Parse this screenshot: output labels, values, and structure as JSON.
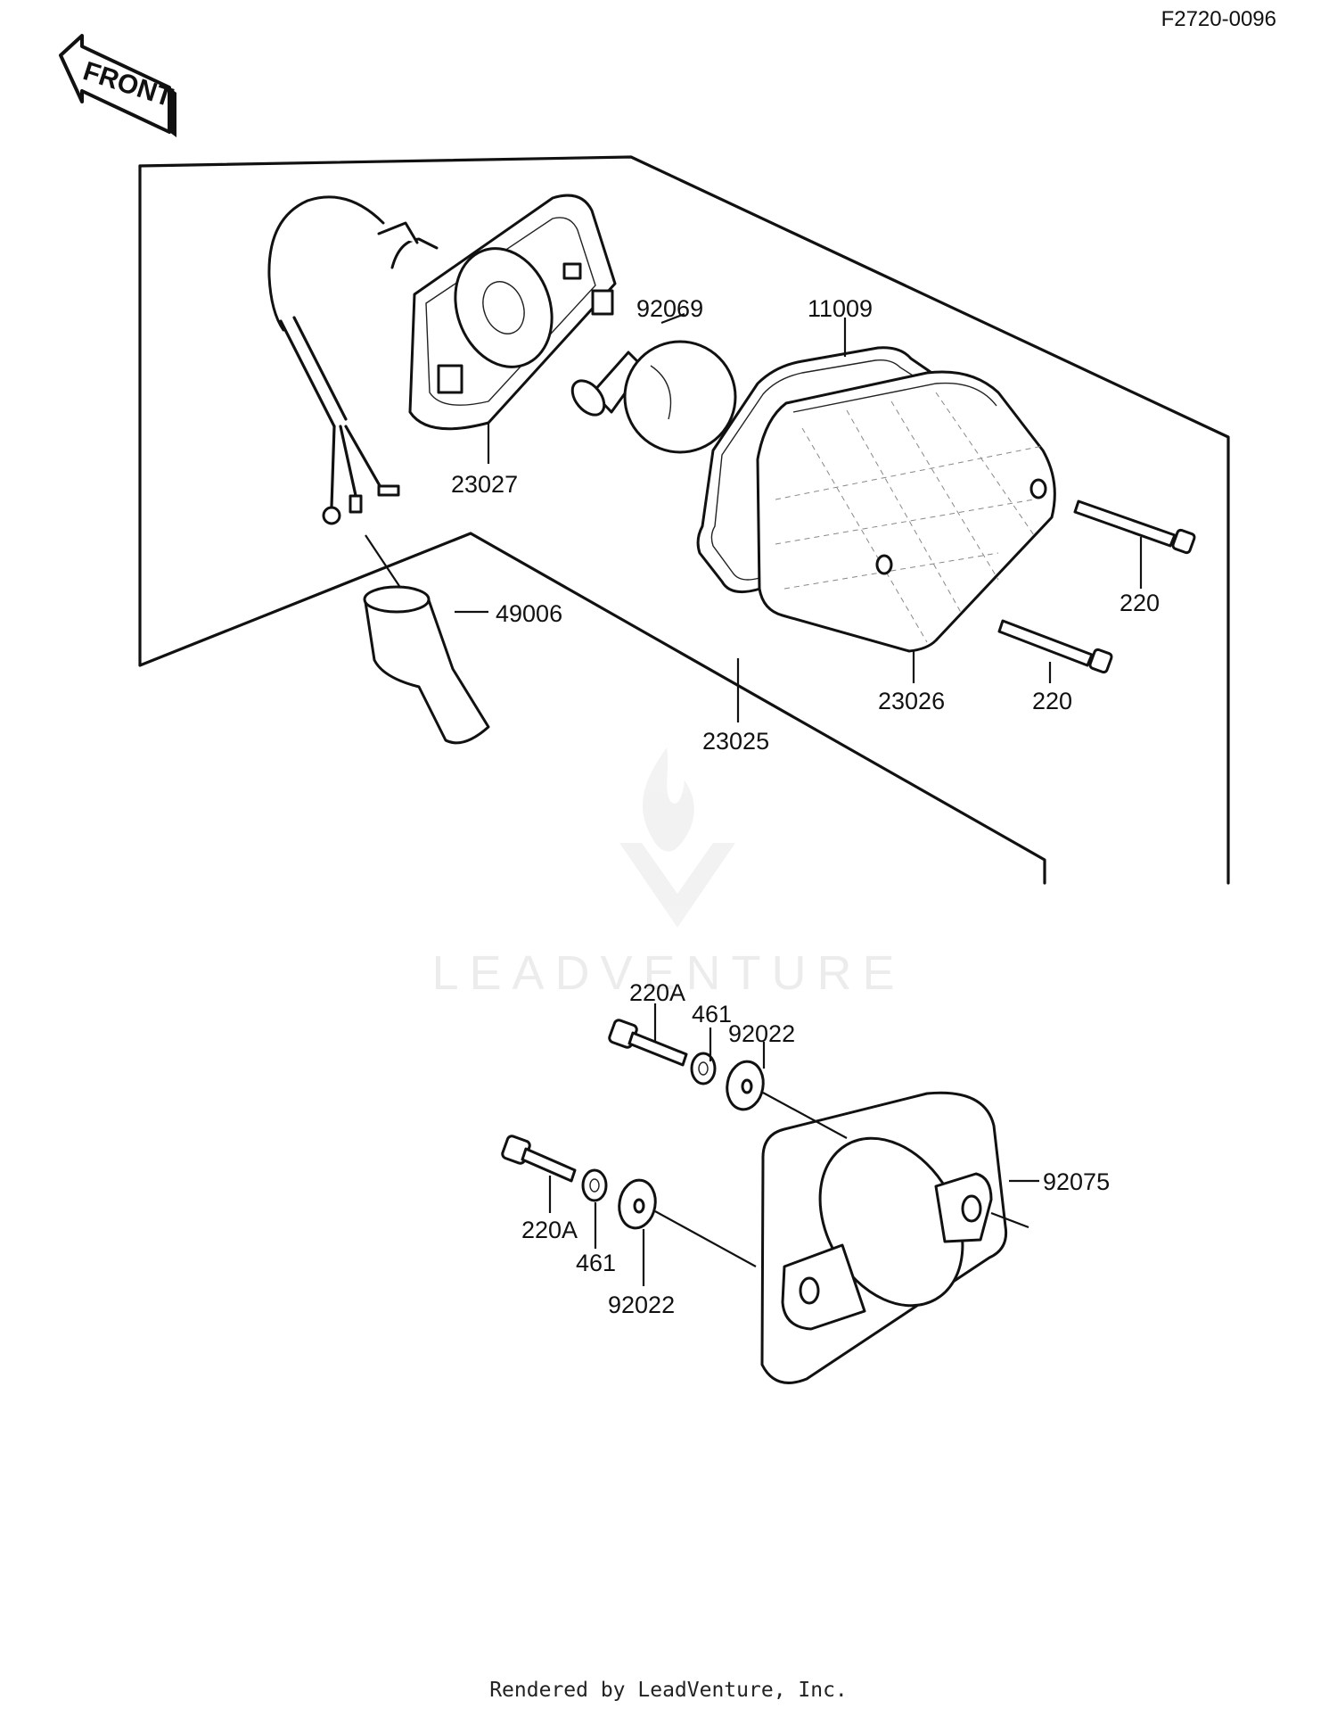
{
  "document": {
    "code": "F2720-0096",
    "credit": "Rendered by LeadVenture, Inc.",
    "front_label": "FRONT",
    "watermark_text": "LEADVENTURE"
  },
  "callouts": {
    "c23027": "23027",
    "c92069": "92069",
    "c11009": "11009",
    "c49006": "49006",
    "c23025": "23025",
    "c23026": "23026",
    "c220_upper": "220",
    "c220_lower": "220",
    "c220A_upper": "220A",
    "c461_upper": "461",
    "c92022_upper": "92022",
    "c92075": "92075",
    "c220A_lower": "220A",
    "c461_lower": "461",
    "c92022_lower": "92022"
  },
  "colors": {
    "ink": "#111111",
    "paper": "#ffffff",
    "watermark": "#ececec"
  }
}
